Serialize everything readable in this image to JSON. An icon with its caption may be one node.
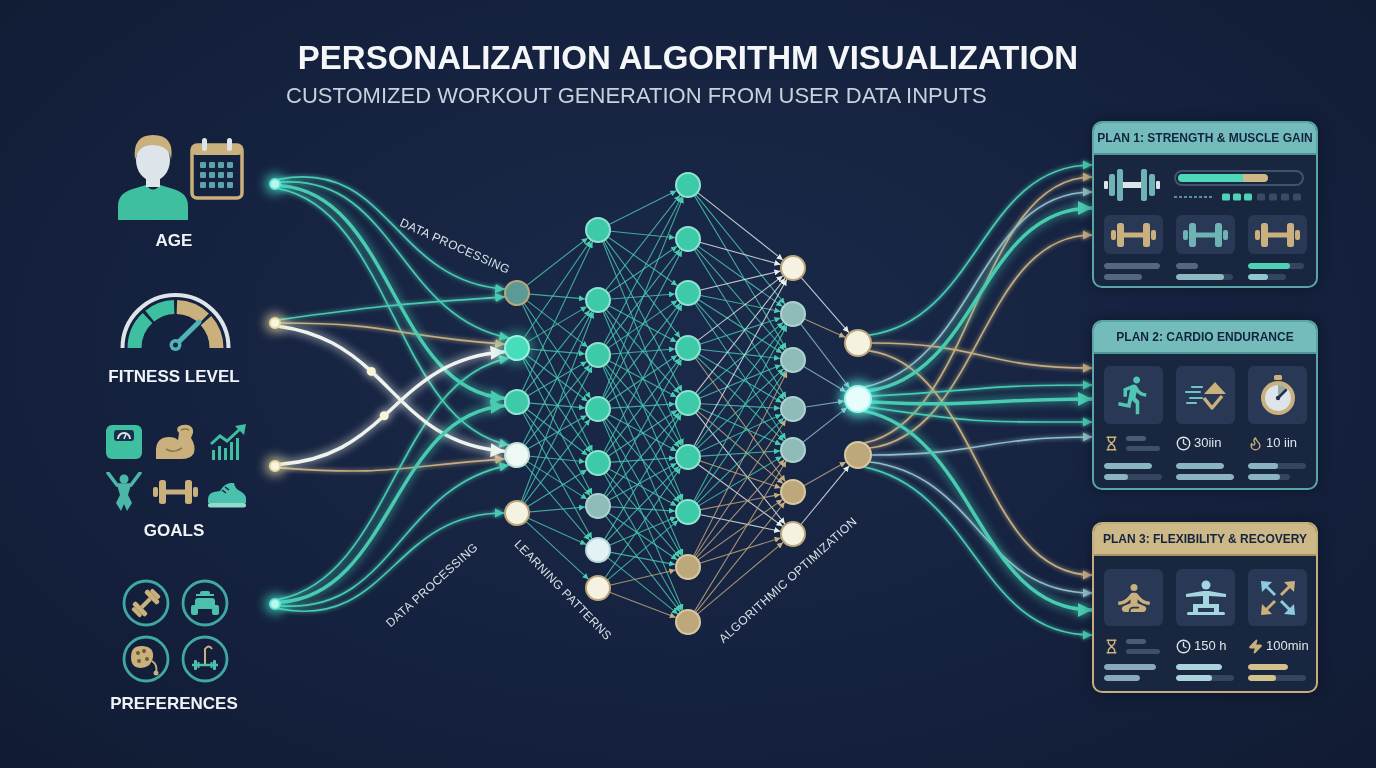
{
  "diagram": {
    "title": "PERSONALIZATION ALGORITHM VISUALIZATION",
    "nodes": [
      {
        "text": [],
        "shape": "circle"
      },
      {
        "text": [],
        "shape": "circle"
      },
      {
        "text": [],
        "shape": "circle"
      },
      {
        "text": [],
        "shape": "circle"
      },
      {
        "text": [],
        "shape": "circle"
      },
      {
        "text": [],
        "shape": "circle"
      },
      {
        "text": [],
        "shape": "circle"
      },
      {
        "text": [],
        "shape": "circle"
      },
      {
        "text": [],
        "shape": "circle"
      },
      {
        "text": [],
        "shape": "circle"
      },
      {
        "text": [],
        "shape": "circle"
      },
      {
        "text": [],
        "shape": "circle"
      },
      {
        "text": [],
        "shape": "circle"
      },
      {
        "text": [],
        "shape": "circle"
      },
      {
        "text": [],
        "shape": "circle"
      },
      {
        "text": [],
        "shape": "circle"
      },
      {
        "text": [],
        "shape": "circle"
      },
      {
        "text": [],
        "shape": "circle"
      },
      {
        "text": [],
        "shape": "circle"
      },
      {
        "text": [],
        "shape": "circle"
      },
      {
        "text": [],
        "shape": "circle"
      },
      {
        "text": [],
        "shape": "circle"
      },
      {
        "text": [],
        "shape": "circle"
      },
      {
        "text": [],
        "shape": "circle"
      },
      {
        "text": [],
        "shape": "circle"
      },
      {
        "text": [],
        "shape": "circle"
      },
      {
        "text": [],
        "shape": "circle"
      },
      {
        "text": [],
        "shape": "circle"
      },
      {
        "text": [],
        "shape": "circle"
      },
      {
        "text": [],
        "shape": "circle"
      },
      {
        "text": [],
        "shape": "circle"
      },
      {
        "text": [],
        "shape": "circle"
      },
      {
        "text": [],
        "shape": "circle"
      },
      {
        "text": [],
        "shape": "circle"
      },
      {
        "text": [],
        "shape": "circle"
      },
      {
        "text": [],
        "shape": "circle"
      },
      {
        "text": [
          "PLAN 1: STRENGTH & MUSCLE GAIN"
        ]
      },
      {
        "text": [
          "PLAN 2: CARDIO ENDURANCE",
          "30iin",
          "10 iin"
        ]
      },
      {
        "text": [
          "PLAN 3: FLEXIBILITY & RECOVERY",
          "150 h",
          "100min"
        ]
      }
    ],
    "edges": [
      {
        "from": 0,
        "to": 4,
        "arrow": "to"
      },
      {
        "from": 0,
        "to": 5,
        "arrow": "to"
      },
      {
        "from": 0,
        "to": 6,
        "arrow": "to",
        "style": "thick"
      },
      {
        "from": 0,
        "to": 7,
        "arrow": "to"
      },
      {
        "from": 1,
        "to": 4,
        "arrow": "to"
      },
      {
        "from": 1,
        "to": 5,
        "arrow": "to",
        "color": "#c4ad80"
      },
      {
        "from": 1,
        "to": 7,
        "arrow": "to",
        "style": "thick",
        "color": "#eef3ee"
      },
      {
        "from": 2,
        "to": 5,
        "arrow": "to",
        "style": "thick",
        "color": "#eef3ee"
      },
      {
        "from": 2,
        "to": 7,
        "arrow": "to",
        "color": "#c4ad80"
      },
      {
        "from": 3,
        "to": 6,
        "arrow": "to",
        "style": "thick"
      },
      {
        "from": 3,
        "to": 8,
        "arrow": "to"
      },
      {
        "from": 3,
        "to": 7,
        "arrow": "to"
      },
      {
        "from": 3,
        "to": 5,
        "arrow": "to"
      },
      {
        "from": 4,
        "to": 9,
        "arrow": "to"
      },
      {
        "from": 4,
        "to": 10,
        "arrow": "to"
      },
      {
        "from": 4,
        "to": 11,
        "arrow": "to"
      },
      {
        "from": 4,
        "to": 12,
        "arrow": "to"
      },
      {
        "from": 4,
        "to": 13,
        "arrow": "to"
      },
      {
        "from": 5,
        "to": 9,
        "arrow": "to"
      },
      {
        "from": 5,
        "to": 10,
        "arrow": "to"
      },
      {
        "from": 5,
        "to": 11,
        "arrow": "to"
      },
      {
        "from": 5,
        "to": 12,
        "arrow": "to"
      },
      {
        "from": 5,
        "to": 13,
        "arrow": "to"
      },
      {
        "from": 5,
        "to": 14,
        "arrow": "to"
      },
      {
        "from": 6,
        "to": 9,
        "arrow": "to"
      },
      {
        "from": 6,
        "to": 10,
        "arrow": "to"
      },
      {
        "from": 6,
        "to": 11,
        "arrow": "to"
      },
      {
        "from": 6,
        "to": 12,
        "arrow": "to"
      },
      {
        "from": 6,
        "to": 13,
        "arrow": "to"
      },
      {
        "from": 6,
        "to": 14,
        "arrow": "to"
      },
      {
        "from": 6,
        "to": 15,
        "arrow": "to"
      },
      {
        "from": 7,
        "to": 10,
        "arrow": "to"
      },
      {
        "from": 7,
        "to": 11,
        "arrow": "to"
      },
      {
        "from": 7,
        "to": 12,
        "arrow": "to"
      },
      {
        "from": 7,
        "to": 13,
        "arrow": "to"
      },
      {
        "from": 7,
        "to": 14,
        "arrow": "to"
      },
      {
        "from": 7,
        "to": 15,
        "arrow": "to"
      },
      {
        "from": 8,
        "to": 10,
        "arrow": "to"
      },
      {
        "from": 8,
        "to": 11,
        "arrow": "to"
      },
      {
        "from": 8,
        "to": 12,
        "arrow": "to"
      },
      {
        "from": 8,
        "to": 13,
        "arrow": "to"
      },
      {
        "from": 8,
        "to": 14,
        "arrow": "to"
      },
      {
        "from": 8,
        "to": 15,
        "arrow": "to"
      },
      {
        "from": 8,
        "to": 16,
        "arrow": "to"
      },
      {
        "from": 9,
        "to": 17,
        "arrow": "to"
      },
      {
        "from": 9,
        "to": 18,
        "arrow": "to"
      },
      {
        "from": 9,
        "to": 19,
        "arrow": "to"
      },
      {
        "from": 9,
        "to": 20,
        "arrow": "to"
      },
      {
        "from": 9,
        "to": 21,
        "arrow": "to"
      },
      {
        "from": 9,
        "to": 22,
        "arrow": "to"
      },
      {
        "from": 10,
        "to": 17,
        "arrow": "to"
      },
      {
        "from": 10,
        "to": 18,
        "arrow": "to"
      },
      {
        "from": 10,
        "to": 19,
        "arrow": "to"
      },
      {
        "from": 10,
        "to": 20,
        "arrow": "to"
      },
      {
        "from": 10,
        "to": 21,
        "arrow": "to"
      },
      {
        "from": 10,
        "to": 22,
        "arrow": "to"
      },
      {
        "from": 10,
        "to": 23,
        "arrow": "to"
      },
      {
        "from": 11,
        "to": 17,
        "arrow": "to"
      },
      {
        "from": 11,
        "to": 18,
        "arrow": "to"
      },
      {
        "from": 11,
        "to": 19,
        "arrow": "to"
      },
      {
        "from": 11,
        "to": 20,
        "arrow": "to"
      },
      {
        "from": 11,
        "to": 21,
        "arrow": "to"
      },
      {
        "from": 11,
        "to": 22,
        "arrow": "to"
      },
      {
        "from": 11,
        "to": 23,
        "arrow": "to"
      },
      {
        "from": 11,
        "to": 24,
        "arrow": "to"
      },
      {
        "from": 12,
        "to": 17,
        "arrow": "to"
      },
      {
        "from": 12,
        "to": 18,
        "arrow": "to"
      },
      {
        "from": 12,
        "to": 19,
        "arrow": "to"
      },
      {
        "from": 12,
        "to": 20,
        "arrow": "to"
      },
      {
        "from": 12,
        "to": 21,
        "arrow": "to"
      },
      {
        "from": 12,
        "to": 22,
        "arrow": "to"
      },
      {
        "from": 12,
        "to": 23,
        "arrow": "to"
      },
      {
        "from": 12,
        "to": 24,
        "arrow": "to"
      },
      {
        "from": 12,
        "to": 25,
        "arrow": "to"
      },
      {
        "from": 13,
        "to": 19,
        "arrow": "to"
      },
      {
        "from": 13,
        "to": 20,
        "arrow": "to"
      },
      {
        "from": 13,
        "to": 21,
        "arrow": "to"
      },
      {
        "from": 13,
        "to": 22,
        "arrow": "to"
      },
      {
        "from": 13,
        "to": 23,
        "arrow": "to"
      },
      {
        "from": 13,
        "to": 24,
        "arrow": "to"
      },
      {
        "from": 13,
        "to": 25,
        "arrow": "to"
      },
      {
        "from": 14,
        "to": 20,
        "arrow": "to"
      },
      {
        "from": 14,
        "to": 21,
        "arrow": "to"
      },
      {
        "from": 14,
        "to": 22,
        "arrow": "to"
      },
      {
        "from": 14,
        "to": 23,
        "arrow": "to"
      },
      {
        "from": 14,
        "to": 24,
        "arrow": "to"
      },
      {
        "from": 14,
        "to": 25,
        "arrow": "to"
      },
      {
        "from": 15,
        "to": 21,
        "arrow": "to"
      },
      {
        "from": 15,
        "to": 22,
        "arrow": "to"
      },
      {
        "from": 15,
        "to": 23,
        "arrow": "to"
      },
      {
        "from": 15,
        "to": 24,
        "arrow": "to"
      },
      {
        "from": 15,
        "to": 25,
        "arrow": "to"
      },
      {
        "from": 16,
        "to": 22,
        "arrow": "to"
      },
      {
        "from": 16,
        "to": 23,
        "arrow": "to"
      },
      {
        "from": 16,
        "to": 24,
        "arrow": "to",
        "color": "#c4ad80"
      },
      {
        "from": 16,
        "to": 25,
        "arrow": "to",
        "color": "#c4ad80"
      },
      {
        "from": 17,
        "to": 26,
        "arrow": "to",
        "color": "#e6efec"
      },
      {
        "from": 17,
        "to": 27,
        "arrow": "to"
      },
      {
        "from": 17,
        "to": 28,
        "arrow": "to"
      },
      {
        "from": 18,
        "to": 26,
        "arrow": "to",
        "color": "#e6efec"
      },
      {
        "from": 18,
        "to": 27,
        "arrow": "to"
      },
      {
        "from": 18,
        "to": 28,
        "arrow": "to"
      },
      {
        "from": 18,
        "to": 29,
        "arrow": "to"
      },
      {
        "from": 19,
        "to": 26,
        "arrow": "to",
        "color": "#e6efec"
      },
      {
        "from": 19,
        "to": 27,
        "arrow": "to"
      },
      {
        "from": 19,
        "to": 28,
        "arrow": "to"
      },
      {
        "from": 19,
        "to": 29,
        "arrow": "to"
      },
      {
        "from": 19,
        "to": 30,
        "arrow": "to"
      },
      {
        "from": 20,
        "to": 26,
        "arrow": "to",
        "color": "#e6efec"
      },
      {
        "from": 20,
        "to": 27,
        "arrow": "to"
      },
      {
        "from": 20,
        "to": 28,
        "arrow": "to"
      },
      {
        "from": 20,
        "to": 29,
        "arrow": "to"
      },
      {
        "from": 20,
        "to": 30,
        "arrow": "to"
      },
      {
        "from": 20,
        "to": 31,
        "arrow": "to",
        "color": "#c4ad80"
      },
      {
        "from": 21,
        "to": 26,
        "arrow": "to",
        "color": "#e6efec"
      },
      {
        "from": 21,
        "to": 27,
        "arrow": "to"
      },
      {
        "from": 21,
        "to": 28,
        "arrow": "to"
      },
      {
        "from": 21,
        "to": 29,
        "arrow": "to"
      },
      {
        "from": 21,
        "to": 30,
        "arrow": "to"
      },
      {
        "from": 21,
        "to": 31,
        "arrow": "to",
        "color": "#c4ad80"
      },
      {
        "from": 21,
        "to": 32,
        "arrow": "to",
        "color": "#e6efec"
      },
      {
        "from": 22,
        "to": 26,
        "arrow": "to",
        "color": "#e6efec"
      },
      {
        "from": 22,
        "to": 27,
        "arrow": "to"
      },
      {
        "from": 22,
        "to": 28,
        "arrow": "to"
      },
      {
        "from": 22,
        "to": 29,
        "arrow": "to"
      },
      {
        "from": 22,
        "to": 30,
        "arrow": "to"
      },
      {
        "from": 22,
        "to": 31,
        "arrow": "to",
        "color": "#c4ad80"
      },
      {
        "from": 22,
        "to": 32,
        "arrow": "to",
        "color": "#e6efec"
      },
      {
        "from": 23,
        "to": 27,
        "arrow": "to"
      },
      {
        "from": 23,
        "to": 28,
        "arrow": "to"
      },
      {
        "from": 23,
        "to": 29,
        "arrow": "to"
      },
      {
        "from": 23,
        "to": 30,
        "arrow": "to"
      },
      {
        "from": 23,
        "to": 31,
        "arrow": "to",
        "color": "#c4ad80"
      },
      {
        "from": 23,
        "to": 32,
        "arrow": "to",
        "color": "#e6efec"
      },
      {
        "from": 24,
        "to": 28,
        "arrow": "to",
        "color": "#c4ad80"
      },
      {
        "from": 24,
        "to": 29,
        "arrow": "to",
        "color": "#c4ad80"
      },
      {
        "from": 24,
        "to": 30,
        "arrow": "to",
        "color": "#c4ad80"
      },
      {
        "from": 24,
        "to": 31,
        "arrow": "to",
        "color": "#c4ad80"
      },
      {
        "from": 24,
        "to": 32,
        "arrow": "to",
        "color": "#c4ad80"
      },
      {
        "from": 25,
        "to": 30,
        "arrow": "to",
        "color": "#c4ad80"
      },
      {
        "from": 25,
        "to": 31,
        "arrow": "to",
        "color": "#c4ad80"
      },
      {
        "from": 25,
        "to": 32,
        "arrow": "to",
        "color": "#c4ad80"
      },
      {
        "from": 26,
        "to": 33,
        "arrow": "to",
        "color": "#e6efec"
      },
      {
        "from": 27,
        "to": 33,
        "arrow": "to",
        "color": "#c4ad80"
      },
      {
        "from": 27,
        "to": 34,
        "arrow": "to",
        "color": "#8fbfc8"
      },
      {
        "from": 28,
        "to": 34,
        "arrow": "to",
        "color": "#8fbfc8"
      },
      {
        "from": 29,
        "to": 34,
        "arrow": "to",
        "color": "#8fbfc8"
      },
      {
        "from": 30,
        "to": 34,
        "arrow": "to",
        "color": "#8fbfc8"
      },
      {
        "from": 31,
        "to": 35,
        "arrow": "to",
        "color": "#c4ad80"
      },
      {
        "from": 32,
        "to": 35,
        "arrow": "to",
        "color": "#e6efec"
      },
      {
        "from": 33,
        "to": 36,
        "arrow": "to"
      },
      {
        "from": 35,
        "to": 36,
        "arrow": "to",
        "color": "#c4ad80"
      },
      {
        "from": 34,
        "to": 36,
        "arrow": "to",
        "color": "#8fbfc8"
      },
      {
        "from": 34,
        "to": 36,
        "arrow": "to",
        "style": "thick"
      },
      {
        "from": 35,
        "to": 36,
        "arrow": "to",
        "color": "#c4ad80"
      },
      {
        "from": 33,
        "to": 37,
        "arrow": "to",
        "color": "#c4ad80"
      },
      {
        "from": 34,
        "to": 37,
        "arrow": "to"
      },
      {
        "from": 34,
        "to": 37,
        "arrow": "to",
        "style": "thick"
      },
      {
        "from": 34,
        "to": 37,
        "arrow": "to"
      },
      {
        "from": 35,
        "to": 37,
        "arrow": "to",
        "color": "#8fbfc8"
      },
      {
        "from": 33,
        "to": 38,
        "arrow": "to",
        "color": "#c4ad80"
      },
      {
        "from": 35,
        "to": 38,
        "arrow": "to",
        "color": "#8fbfc8"
      },
      {
        "from": 34,
        "to": 38,
        "arrow": "to",
        "style": "thick"
      },
      {
        "from": 35,
        "to": 38,
        "arrow": "to"
      }
    ],
    "labels": [
      "CUSTOMIZED WORKOUT GENERATION FROM USER DATA INPUTS",
      "AGE",
      "FITNESS LEVEL",
      "GOALS",
      "PREFERENCES",
      "DATA PROCESSING",
      "DATA PROCESSING",
      "LEARNING PATTERNS",
      "ALGORITHMIC OPTIMIZATION"
    ]
  }
}
